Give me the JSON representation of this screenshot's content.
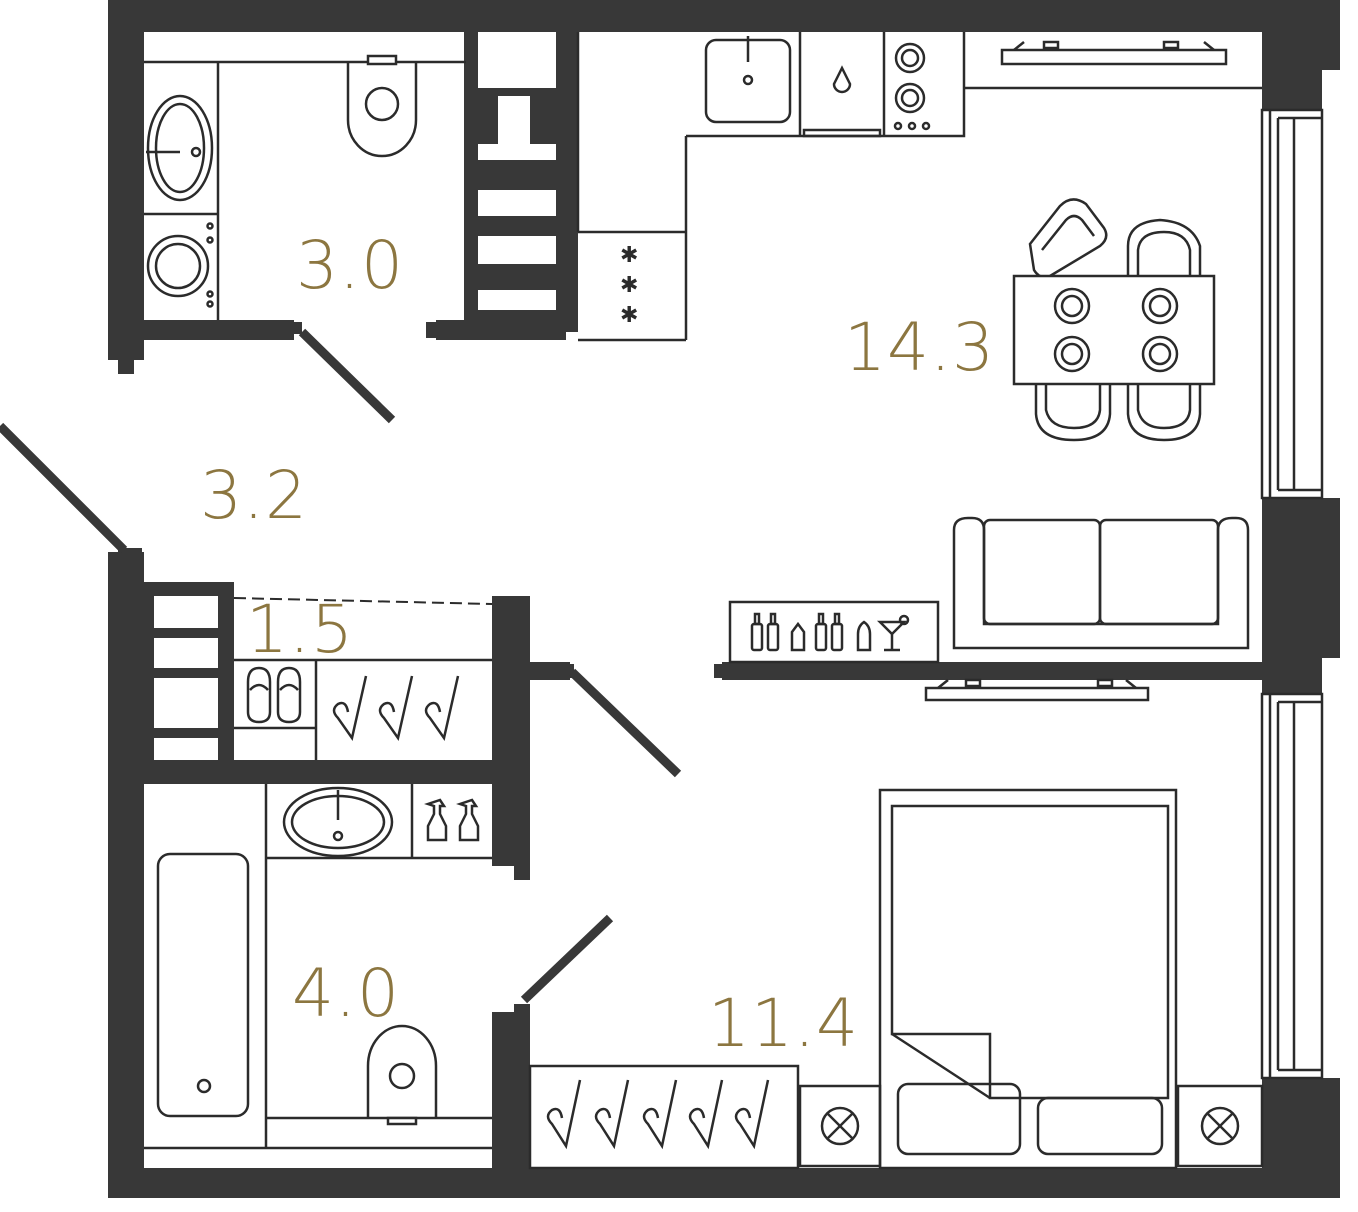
{
  "plan": {
    "label_color": "#8c7640",
    "wall_color": "#383838",
    "rooms": {
      "wc_small": {
        "area": "3.0"
      },
      "hall": {
        "area": "3.2"
      },
      "kitchen_living": {
        "area": "14.3"
      },
      "wardrobe": {
        "area": "1.5"
      },
      "bathroom": {
        "area": "4.0"
      },
      "bedroom": {
        "area": "11.4"
      }
    },
    "icons": [
      "washbasin-icon",
      "toilet-icon",
      "washing-machine-icon",
      "kitchen-sink-icon",
      "water-filter-icon",
      "hob-icon",
      "freezer-icon",
      "dining-table-icon",
      "chair-icon",
      "sofa-icon",
      "bar-cabinet-icon",
      "tv-icon",
      "slippers-icon",
      "hanger-icon",
      "spray-bottle-icon",
      "bathtub-icon",
      "double-bed-icon",
      "bedside-lamp-icon",
      "radiator-icon",
      "window-icon"
    ]
  }
}
